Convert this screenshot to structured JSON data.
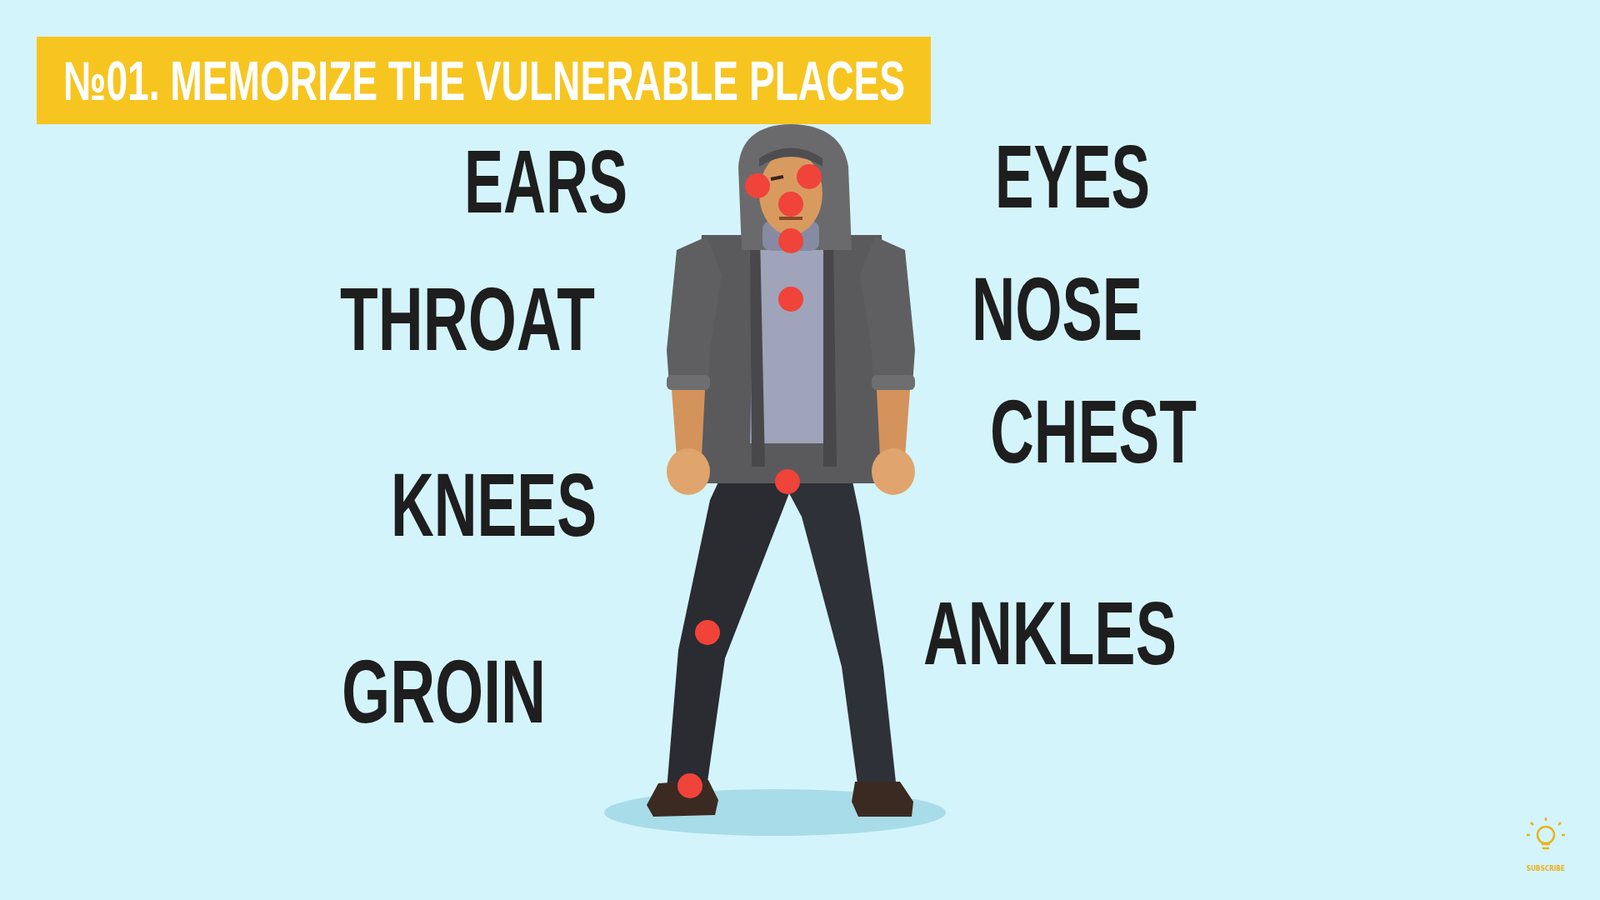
{
  "diagram": {
    "title": "№01. MEMORIZE THE VULNERABLE PLACES",
    "labels": [
      "EARS",
      "EYES",
      "THROAT",
      "NOSE",
      "CHEST",
      "KNEES",
      "ANKLES",
      "GROIN",
      "SUBSCRIBE"
    ]
  }
}
